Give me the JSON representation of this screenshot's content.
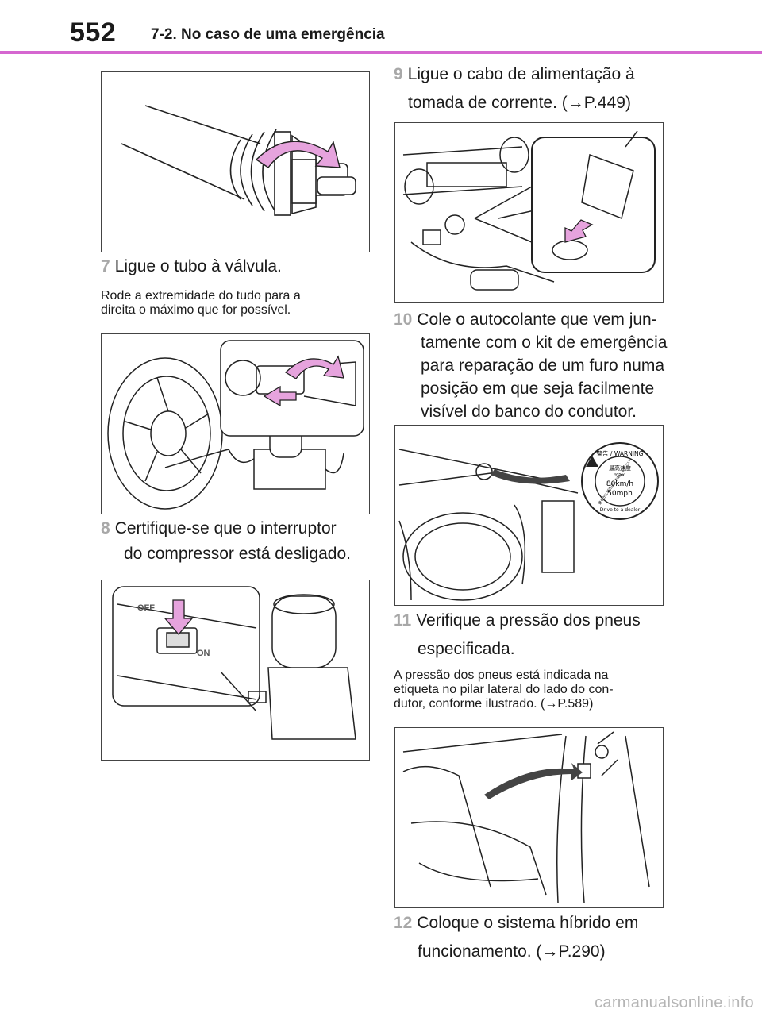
{
  "header": {
    "page_number": "552",
    "section_title": "7-2. No caso de uma emergência"
  },
  "left": {
    "step7": {
      "num": "7",
      "text": "Ligue o tubo à válvula."
    },
    "note7": {
      "line1": "Rode a extremidade do tudo para a",
      "line2": "direita o máximo que for possível."
    },
    "step8": {
      "num": "8",
      "line1": "Certifique-se que o interruptor",
      "line2": "do compressor está desligado."
    }
  },
  "right": {
    "step9": {
      "num": "9",
      "line1": "Ligue o cabo de alimentação à",
      "line2": "tomada de corrente. (→P.449)"
    },
    "step10": {
      "num": "10",
      "line1": "Cole o autocolante que vem jun-",
      "line2": "tamente com o kit de emergência",
      "line3": "para reparação de um furo numa",
      "line4": "posição em que seja facilmente",
      "line5": "visível do banco do condutor."
    },
    "step11": {
      "num": "11",
      "line1": "Verifique a pressão dos pneus",
      "line2": "especificada."
    },
    "note11": {
      "line1": "A pressão dos pneus está indicada na",
      "line2": "etiqueta no pilar lateral do lado do con-",
      "line3": "dutor, conforme ilustrado. (→P.589)"
    },
    "step12": {
      "num": "12",
      "line1": "Coloque o sistema híbrido em",
      "line2": "funcionamento. (→P.290)"
    }
  },
  "compressor_labels": {
    "off": "OFF",
    "on": "ON"
  },
  "sticker": {
    "warning": "警告 / WARNING",
    "jp_line": "最高速度",
    "max": "max.",
    "kmh": "80km/h",
    "mph": "50mph",
    "footer_text": "Drive to a dealer",
    "jp_arc": "速やかに販売店にお越しください"
  },
  "footer": {
    "watermark": "carmanualsonline.info"
  },
  "colors": {
    "accent_rule": "#d567d0",
    "arrow_fill": "#e6a3dd",
    "step_number": "#a8a8a8"
  }
}
